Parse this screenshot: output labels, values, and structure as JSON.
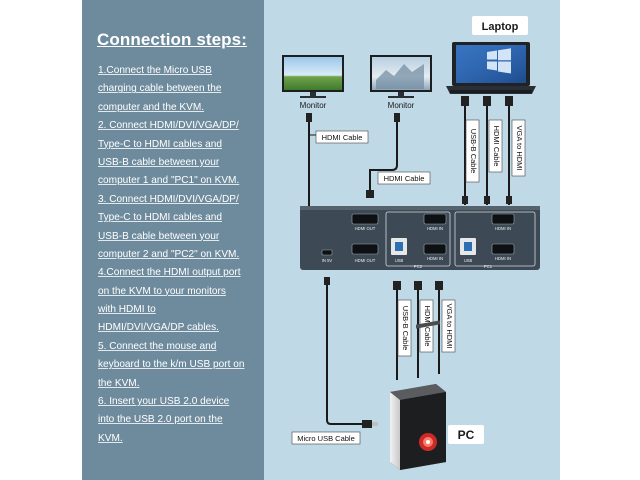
{
  "steps": {
    "title": "Connection steps:",
    "lines": [
      "1.Connect the Micro USB",
      "charging cable between the",
      "computer and the KVM.",
      "2. Connect HDMI/DVI/VGA/DP/",
      "Type-C to HDMI cables and",
      "USB-B cable between your",
      "computer 1 and \"PC1\" on KVM.",
      "3. Connect HDMI/DVI/VGA/DP/",
      "Type-C to HDMI cables and",
      "USB-B cable between your",
      "computer 2 and \"PC2\" on KVM.",
      "4.Connect the HDMI output port",
      "on the KVM to your monitors",
      "with HDMI to",
      "HDMI/DVI/VGA/DP cables.",
      "5. Connect the mouse and",
      "keyboard to the k/m USB port on",
      "the KVM.",
      "6. Insert your USB 2.0 device",
      "into the USB 2.0 port on the",
      "KVM."
    ]
  },
  "diagram": {
    "laptop_label": "Laptop",
    "monitor1_label": "Monitor",
    "monitor2_label": "Monitor",
    "hdmi_cable_label_1": "HDMI Cable",
    "hdmi_cable_label_2": "HDMI Cable",
    "laptop_cables": [
      "USB-B Cable",
      "HDMI Cable",
      "VGA to HDMI"
    ],
    "pc_cables": [
      "USB-B Cable",
      "HDMI Cable",
      "VGA to HDMI"
    ],
    "micro_usb_label": "Micro USB Cable",
    "pc_label": "PC",
    "kvm": {
      "hdmi_out_label": "HDMI OUT",
      "hdmi_in_label": "HDMI IN",
      "usb_label": "USB",
      "in5v_label": "IN 5V",
      "pc2_label": "PC2",
      "pc1_label": "PC1"
    }
  },
  "colors": {
    "left_panel": "#6e8b9d",
    "right_panel": "#bfd9e6",
    "kvm_body": "#3d4a55",
    "label_box": "#ffffff"
  }
}
